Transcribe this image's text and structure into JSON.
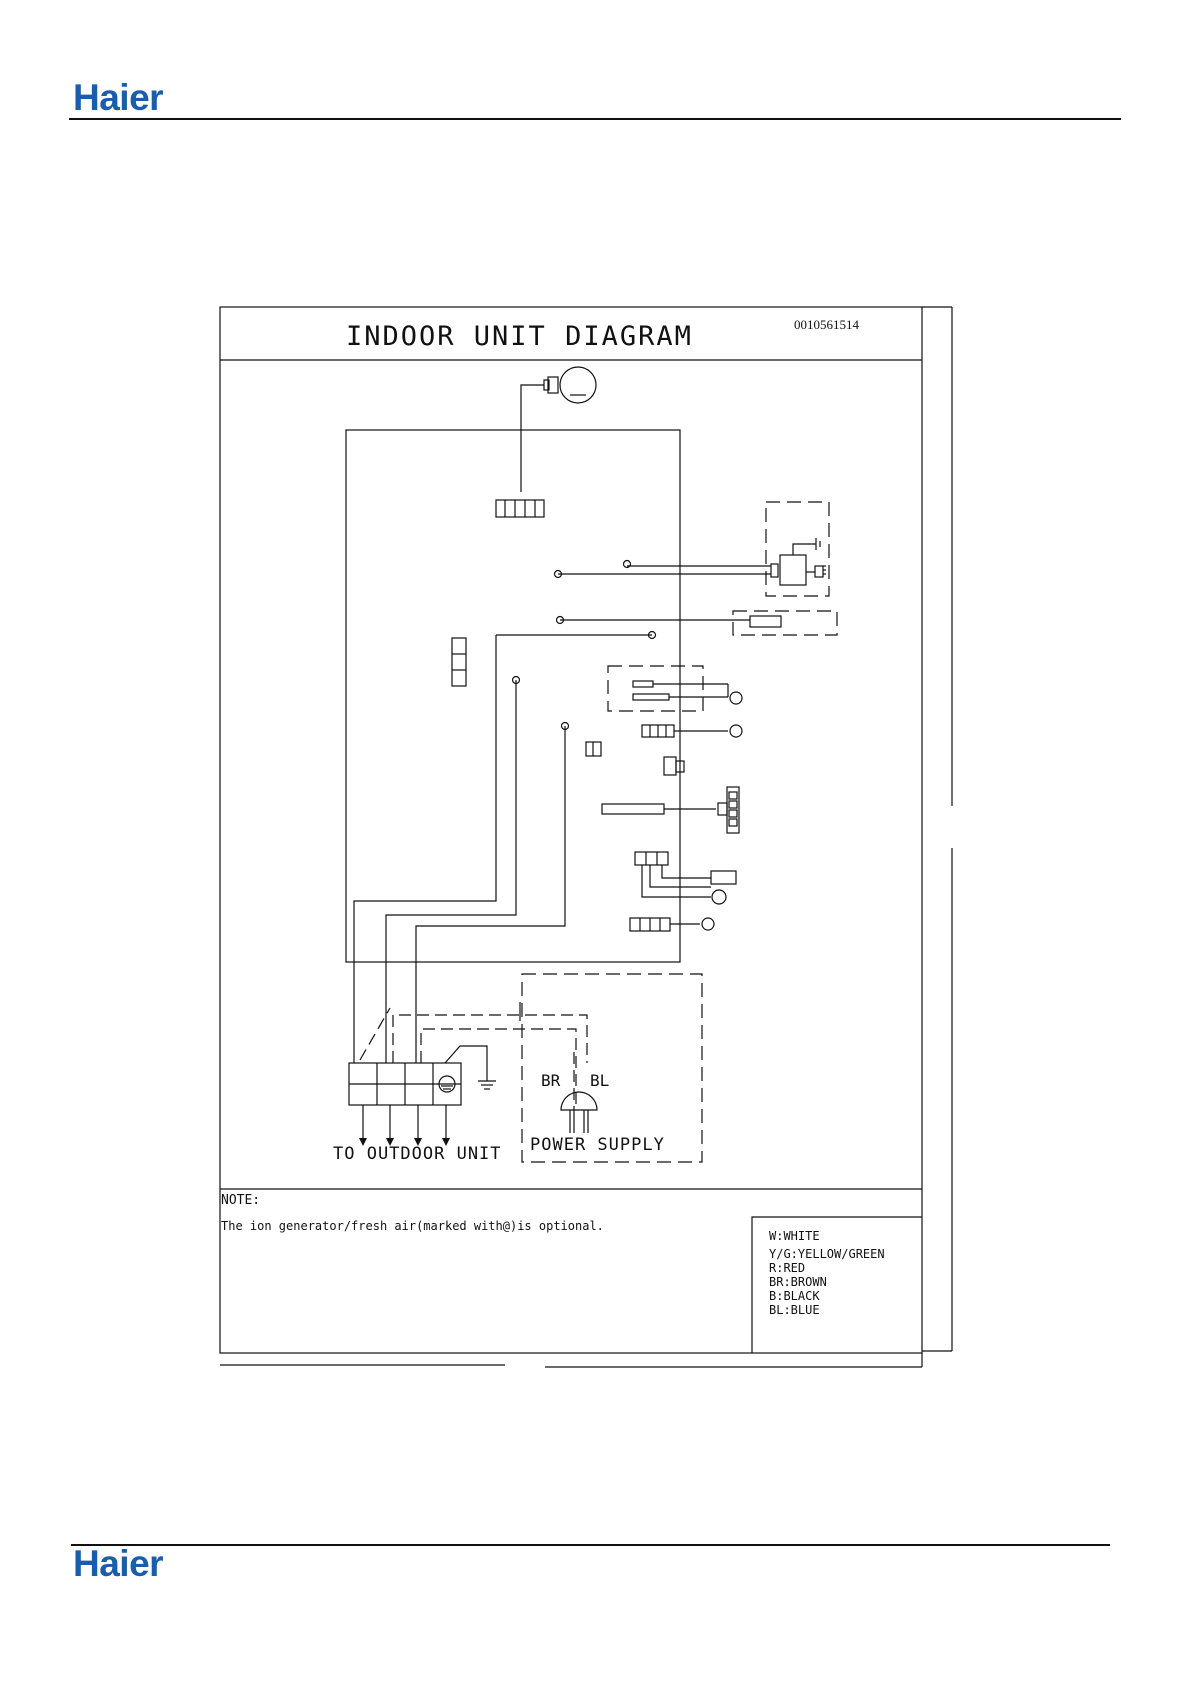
{
  "header": {
    "brand": "Haier"
  },
  "footer": {
    "brand": "Haier"
  },
  "diagram": {
    "title": "INDOOR UNIT DIAGRAM",
    "code": "0010561514",
    "labels": {
      "to_outdoor": "TO OUTDOOR UNIT",
      "power_supply": "POWER SUPPLY",
      "br": "BR",
      "bl": "BL"
    },
    "note_title": "NOTE:",
    "note_text": "The ion generator/fresh air(marked with@)is optional.",
    "legend": [
      "W:WHITE",
      "Y/G:YELLOW/GREEN",
      "R:RED",
      "BR:BROWN",
      "B:BLACK",
      "BL:BLUE"
    ]
  },
  "colors": {
    "brand": "#1a5dad",
    "line": "#111111"
  }
}
